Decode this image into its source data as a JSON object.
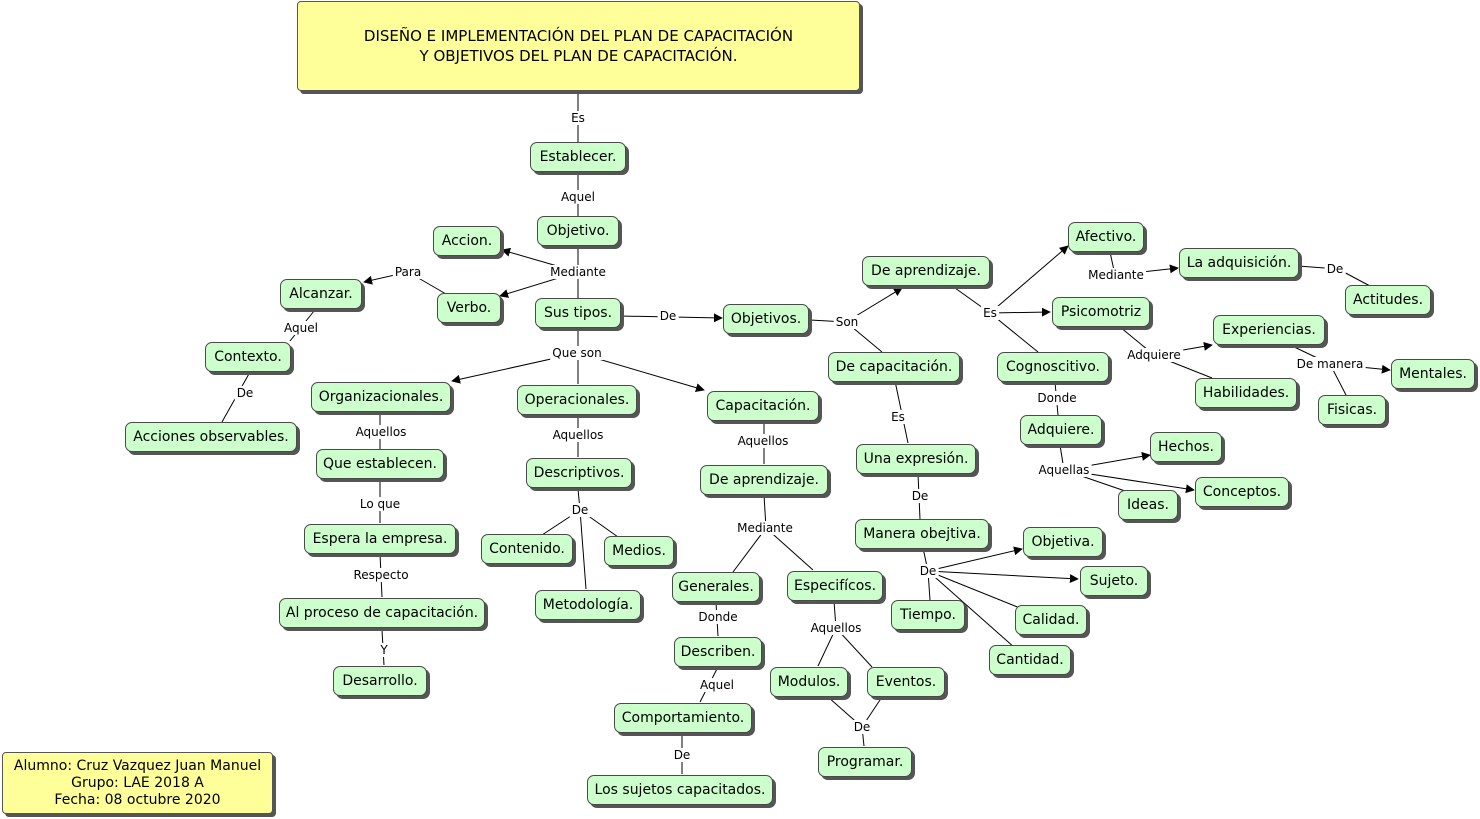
{
  "title": {
    "line1": "DISEÑO E IMPLEMENTACIÓN DEL PLAN DE CAPACITACIÓN",
    "line2": "Y OBJETIVOS DEL PLAN DE CAPACITACIÓN."
  },
  "student": {
    "name": "Alumno: Cruz Vazquez Juan Manuel",
    "group": "Grupo: LAE 2018 A",
    "date": "Fecha: 08 octubre 2020"
  },
  "nodes": {
    "establecer": "Establecer.",
    "objetivo": "Objetivo.",
    "accion": "Accion.",
    "alcanzar": "Alcanzar.",
    "verbo": "Verbo.",
    "contexto": "Contexto.",
    "acciones_observables": "Acciones observables.",
    "sus_tipos": "Sus tipos.",
    "objetivos": "Objetivos.",
    "de_aprendizaje_1": "De aprendizaje.",
    "de_capacitacion": "De capacitación.",
    "una_expresion": "Una expresión.",
    "manera_objetiva": "Manera obejtiva.",
    "objetiva": "Objetiva.",
    "sujeto": "Sujeto.",
    "calidad": "Calidad.",
    "cantidad": "Cantidad.",
    "tiempo": "Tiempo.",
    "afectivo": "Afectivo.",
    "la_adquisicion": "La adquisición.",
    "actitudes": "Actitudes.",
    "psicomotriz": "Psicomotriz",
    "experiencias": "Experiencias.",
    "mentales": "Mentales.",
    "fisicas": "Fisicas.",
    "habilidades": "Habilidades.",
    "cognoscitivo": "Cognoscitivo.",
    "adquiere": "Adquiere.",
    "hechos": "Hechos.",
    "conceptos": "Conceptos.",
    "ideas": "Ideas.",
    "organizacionales": "Organizacionales.",
    "que_establecen": "Que establecen.",
    "espera_empresa": "Espera la empresa.",
    "al_proceso": "Al proceso de capacitación.",
    "desarrollo": "Desarrollo.",
    "operacionales": "Operacionales.",
    "descriptivos": "Descriptivos.",
    "contenido": "Contenido.",
    "medios": "Medios.",
    "metodologia": "Metodología.",
    "capacitacion": "Capacitación.",
    "de_aprendizaje_2": "De aprendizaje.",
    "generales": "Generales.",
    "especificos": "Especifícos.",
    "describen": "Describen.",
    "comportamiento": "Comportamiento.",
    "sujetos_capacitados": "Los sujetos capacitados.",
    "modulos": "Modulos.",
    "eventos": "Eventos.",
    "programar": "Programar."
  },
  "links": {
    "es_1": "Es",
    "aquel_1": "Aquel",
    "mediante_1": "Mediante",
    "para": "Para",
    "aquel_2": "Aquel",
    "de_1": "De",
    "de_2": "De",
    "son": "Son",
    "es_2": "Es",
    "es_3": "Es",
    "de_3": "De",
    "de_4": "De",
    "mediante_2": "Mediante",
    "de_5": "De",
    "adquiere": "Adquiere",
    "de_manera": "De manera",
    "donde_1": "Donde",
    "aquellas": "Aquellas",
    "que_son": "Que son",
    "aquellos_1": "Aquellos",
    "lo_que": "Lo que",
    "respecto": "Respecto",
    "y": "Y",
    "aquellos_2": "Aquellos",
    "de_6": "De",
    "aquellos_3": "Aquellos",
    "mediante_3": "Mediante",
    "donde_2": "Donde",
    "aquel_3": "Aquel",
    "de_7": "De",
    "aquellos_4": "Aquellos",
    "de_8": "De"
  }
}
